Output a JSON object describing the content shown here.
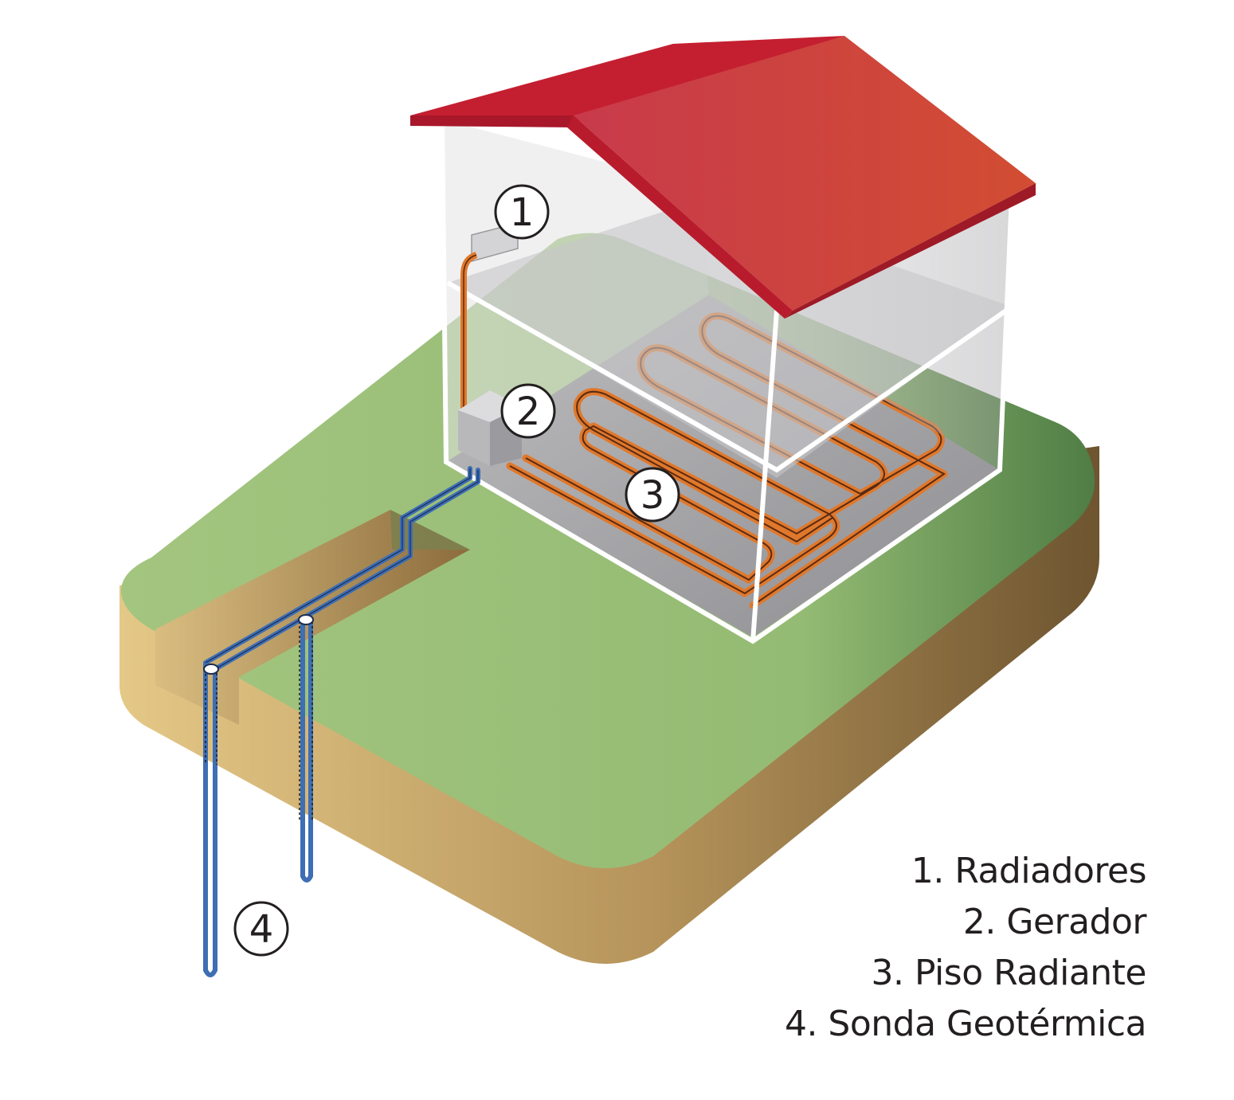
{
  "callouts": [
    {
      "number": "1"
    },
    {
      "number": "2"
    },
    {
      "number": "3"
    },
    {
      "number": "4"
    }
  ],
  "legend": {
    "items": [
      "1. Radiadores",
      "2. Gerador",
      "3. Piso Radiante",
      "4. Sonda Geotérmica"
    ]
  },
  "colors": {
    "roof": "#c8202f",
    "roof_light": "#cf4a3e",
    "grass": "#9ec17c",
    "soil": "#c9a86a",
    "floor": "#a9a9ab",
    "heating_pipe": "#e0782b",
    "ground_pipe": "#3e6eb4",
    "walls": "#d8d8dc"
  }
}
